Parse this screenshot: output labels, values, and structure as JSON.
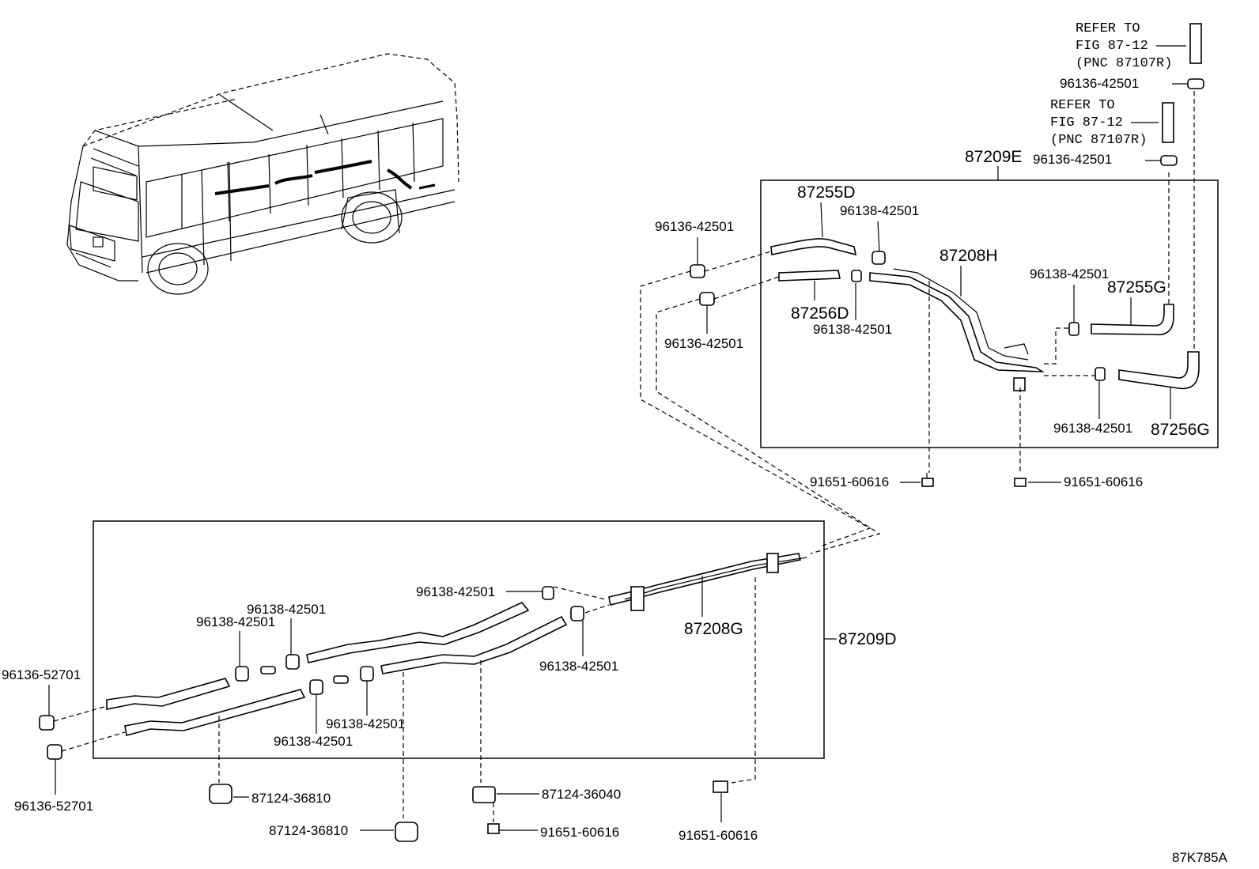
{
  "diagram_code": "87K785A",
  "references": [
    {
      "line1": "REFER TO",
      "line2": "FIG 87-12",
      "line3": "(PNC 87107R)"
    },
    {
      "line1": "REFER TO",
      "line2": "FIG 87-12",
      "line3": "(PNC 87107R)"
    }
  ],
  "assemblies": {
    "upper": "87209E",
    "lower": "87209D"
  },
  "parts": {
    "hose_87255D": "87255D",
    "hose_87256D": "87256D",
    "pipe_87208H": "87208H",
    "hose_87255G": "87255G",
    "hose_87256G": "87256G",
    "pipe_87208G": "87208G",
    "clamp_96136_42501": "96136-42501",
    "clamp_96138_42501": "96138-42501",
    "clamp_96136_52701": "96136-52701",
    "bolt_91651_60616": "91651-60616",
    "clamp_87124_36810": "87124-36810",
    "clamp_87124_36040": "87124-36040"
  }
}
